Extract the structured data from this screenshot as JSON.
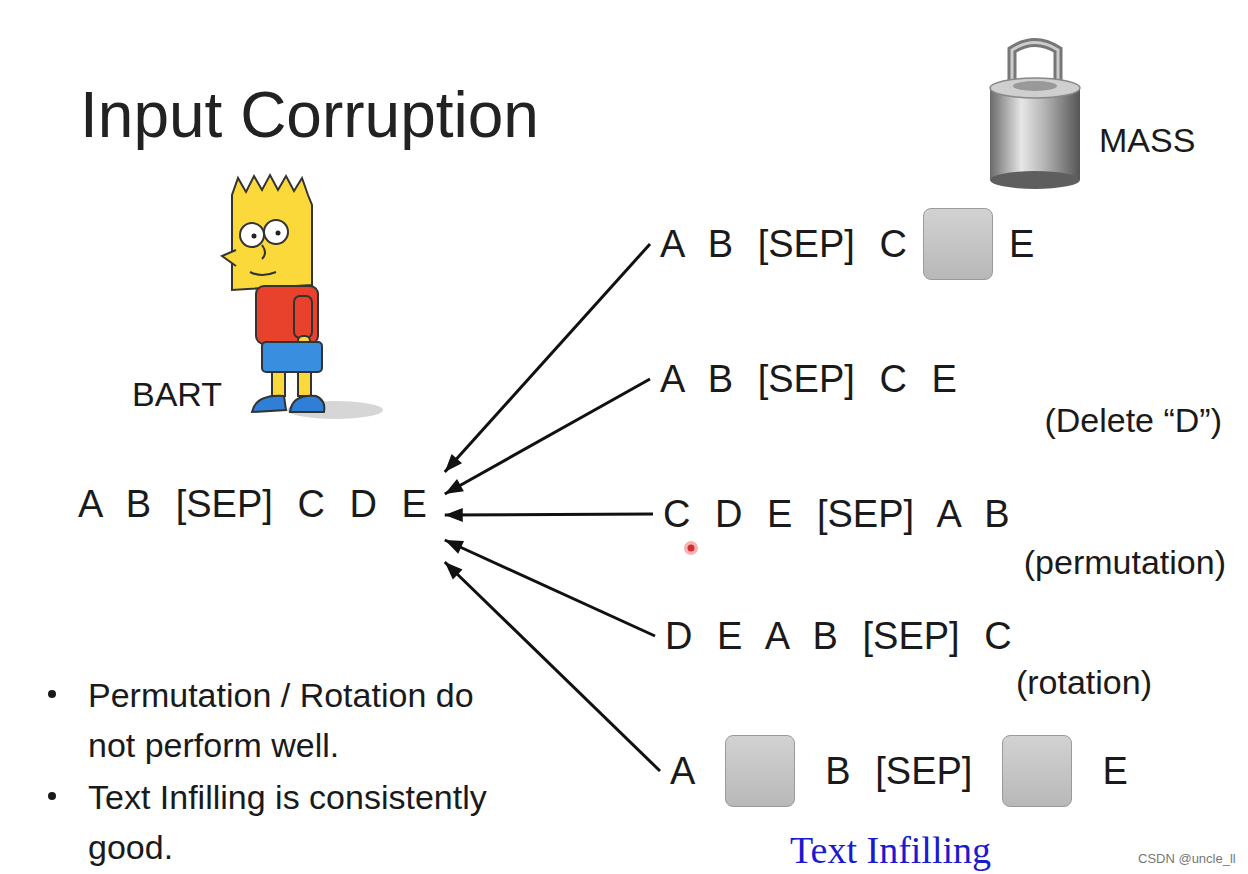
{
  "diagram": {
    "title": "Input Corruption",
    "nodes": [
      {
        "text": [
          "A B [SEP] C D E"
        ]
      },
      {
        "text": [
          "A B [SEP] C",
          "E"
        ]
      },
      {
        "text": [
          "A B [SEP] C E",
          "(Delete “D”)"
        ]
      },
      {
        "text": [
          "C D E [SEP] A B",
          "(permutation)"
        ]
      },
      {
        "text": [
          "D E A B [SEP] C",
          "(rotation)"
        ]
      },
      {
        "text": [
          "A",
          "B [SEP]",
          "E"
        ]
      }
    ],
    "edges": [
      {
        "from": 1,
        "to": 0,
        "arrow": "to"
      },
      {
        "from": 2,
        "to": 0,
        "arrow": "to"
      },
      {
        "from": 3,
        "to": 0,
        "arrow": "to"
      },
      {
        "from": 4,
        "to": 0,
        "arrow": "to"
      },
      {
        "from": 5,
        "to": 0,
        "arrow": "to"
      }
    ],
    "labels": [
      "BART",
      "MASS",
      "Permutation / Rotation do not perform well.",
      "Text Infilling is consistently good.",
      "Text Infilling",
      "CSDN @uncle_ll"
    ]
  }
}
